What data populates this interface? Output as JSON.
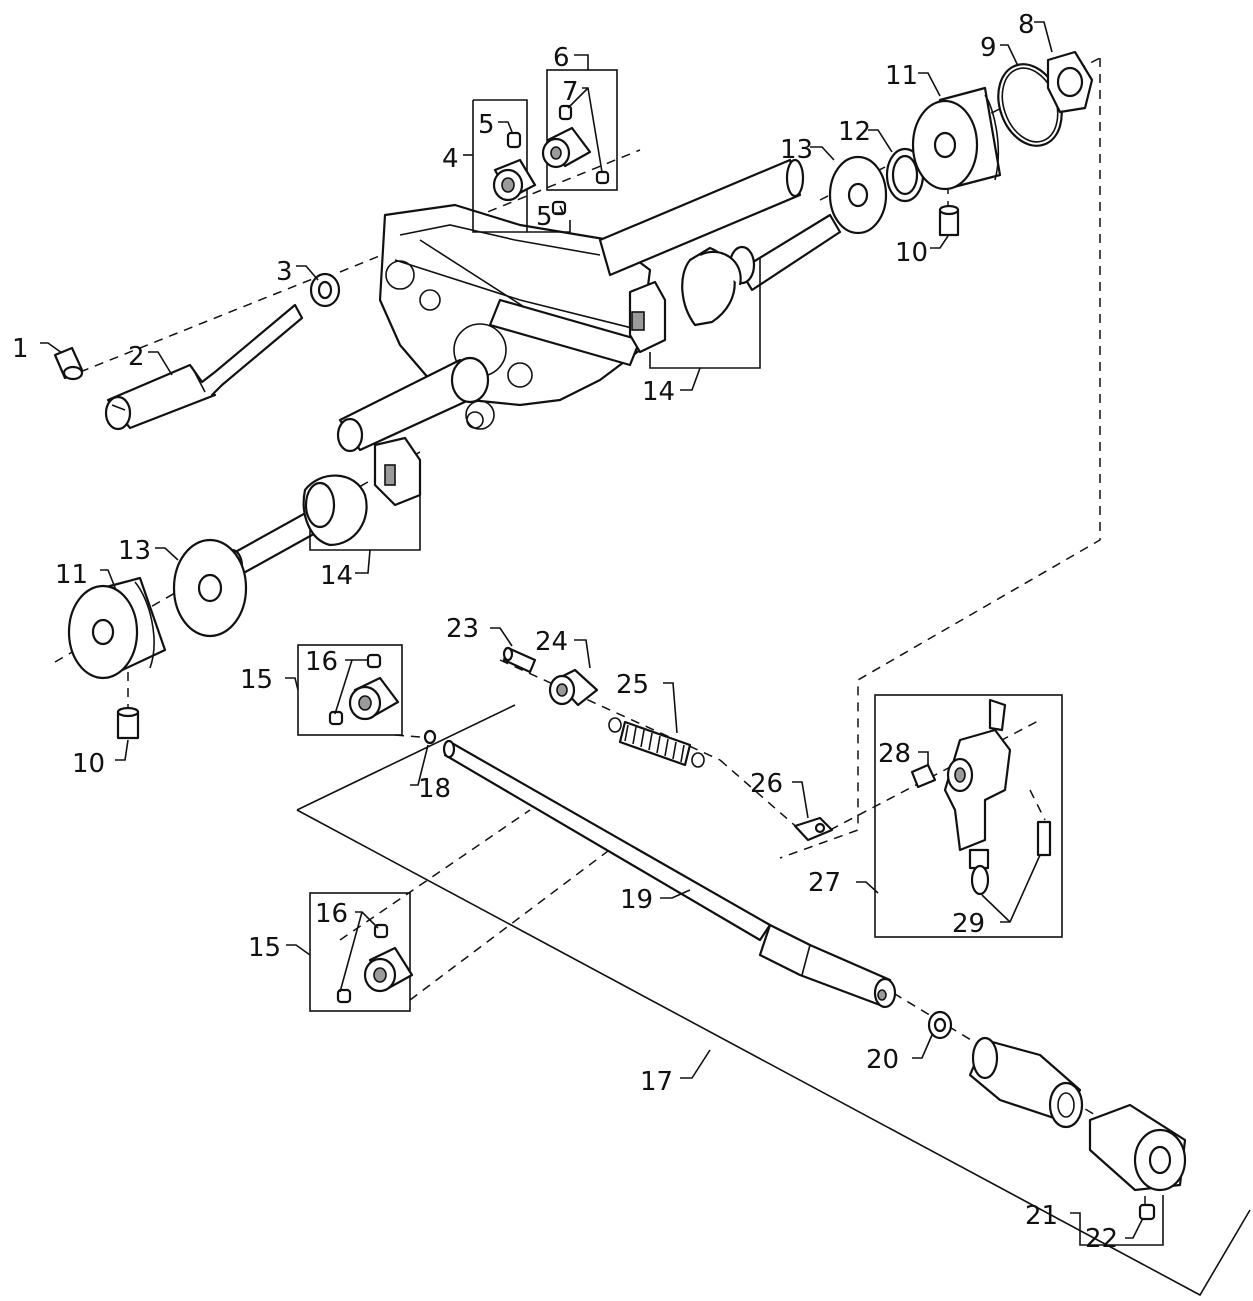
{
  "callouts": [
    "1",
    "2",
    "3",
    "4",
    "5",
    "5",
    "6",
    "7",
    "8",
    "9",
    "10",
    "10",
    "11",
    "11",
    "12",
    "13",
    "13",
    "14",
    "14",
    "15",
    "15",
    "16",
    "16",
    "17",
    "18",
    "19",
    "20",
    "21",
    "22",
    "23",
    "24",
    "25",
    "26",
    "27",
    "28",
    "29"
  ]
}
